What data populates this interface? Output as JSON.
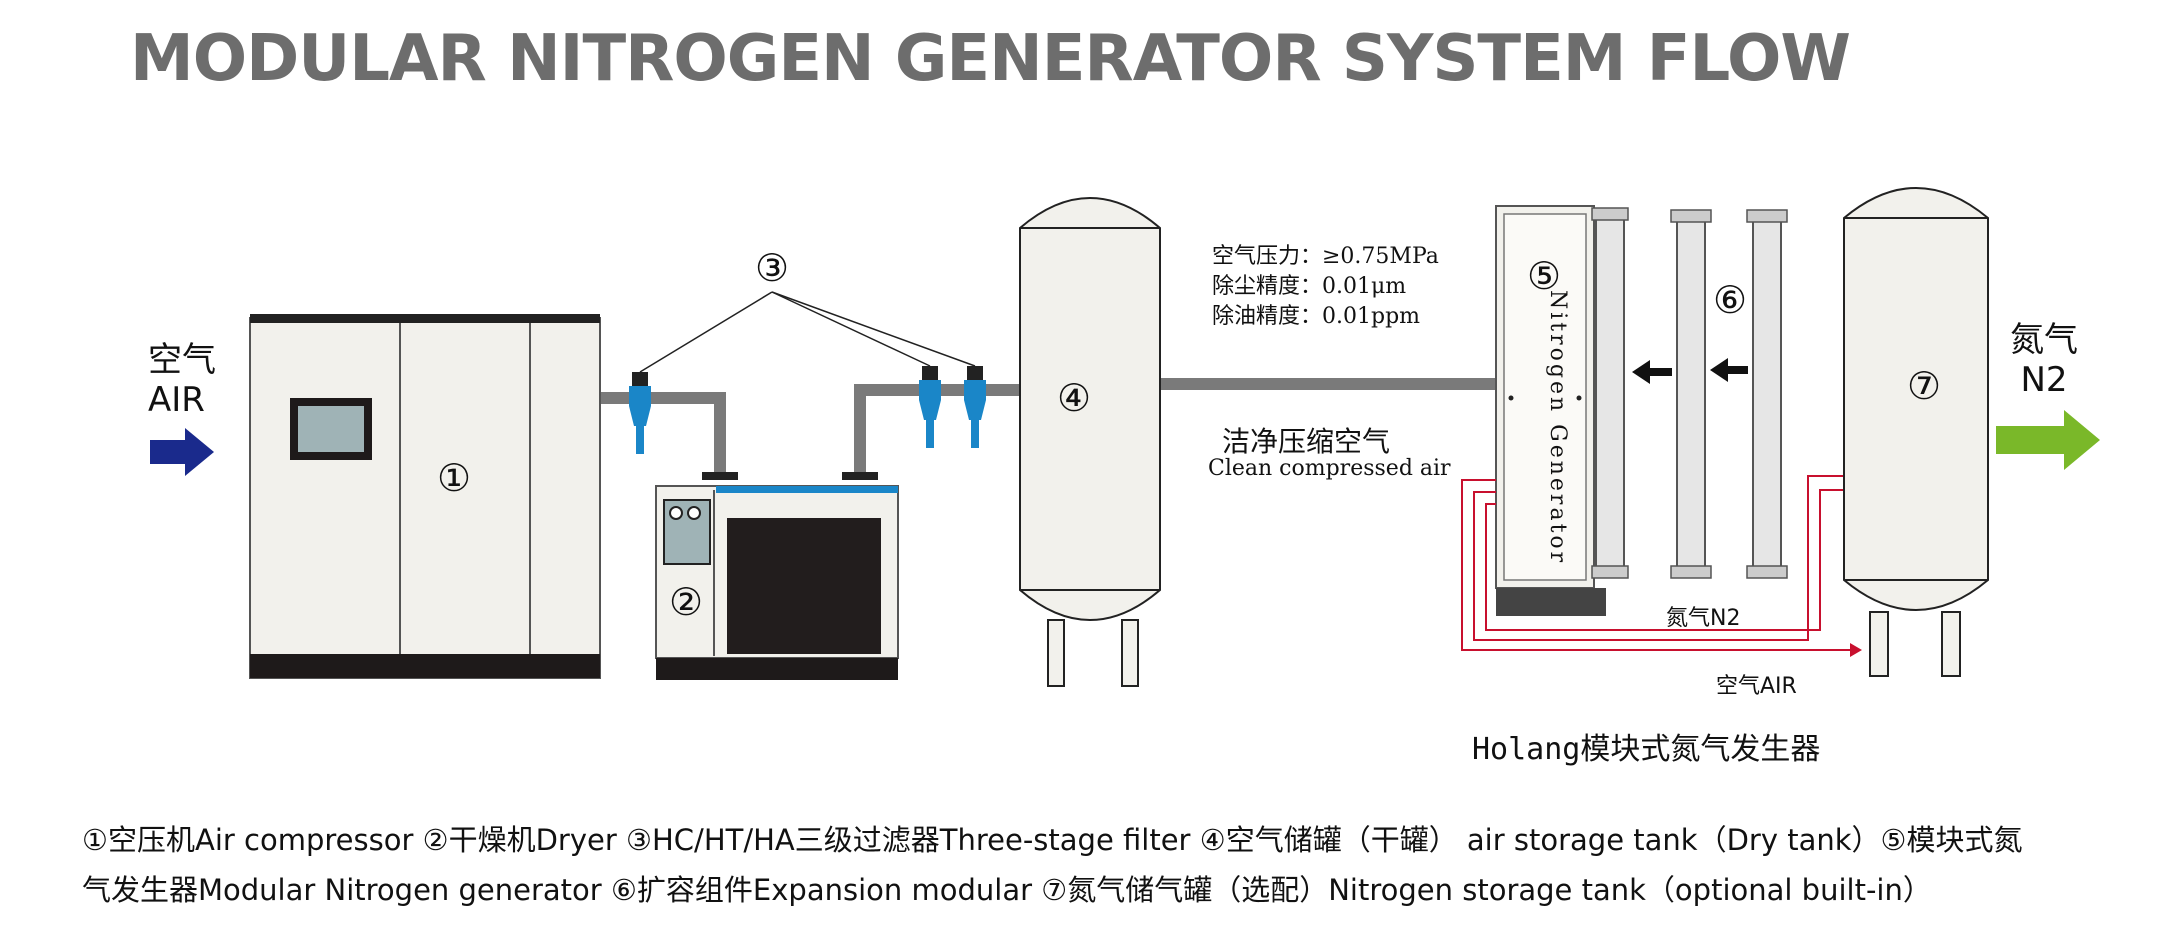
{
  "title": "MODULAR NITROGEN GENERATOR SYSTEM FLOW",
  "inlet": {
    "cn": "空气",
    "en": "AIR"
  },
  "outlet": {
    "cn": "氮气",
    "en": "N2"
  },
  "numbers": {
    "n1": "①",
    "n2": "②",
    "n3": "③",
    "n4": "④",
    "n5": "⑤",
    "n6": "⑥",
    "n7": "⑦"
  },
  "specs": {
    "line1": "空气压力：≥0.75MPa",
    "line2": "除尘精度：0.01μm",
    "line3": "除油精度：0.01ppm"
  },
  "pipe_label": {
    "cn": "洁净压缩空气",
    "en": "Clean compressed air"
  },
  "generator_vertical_label": "Nitrogen Generator",
  "n2_line_label": "氮气N2",
  "air_line_label": "空气AIR",
  "brand": "Holang模块式氮气发生器",
  "legend": {
    "line1": "①空压机Air compressor ②干燥机Dryer ③HC/HT/HA三级过滤器Three-stage filter ④空气储罐（干罐） air storage tank（Dry tank）⑤模块式氮",
    "line2": "气发生器Modular Nitrogen generator ⑥扩容组件Expansion modular ⑦氮气储气罐（选配）Nitrogen storage tank（optional built-in）"
  },
  "colors": {
    "title": "#6d6d6d",
    "pipe": "#7a7a7a",
    "filter": "#1a86c8",
    "air_arrow": "#1a2a8c",
    "n2_arrow": "#7ab829",
    "red_line": "#c8102e",
    "body": "#f2f1ec"
  }
}
